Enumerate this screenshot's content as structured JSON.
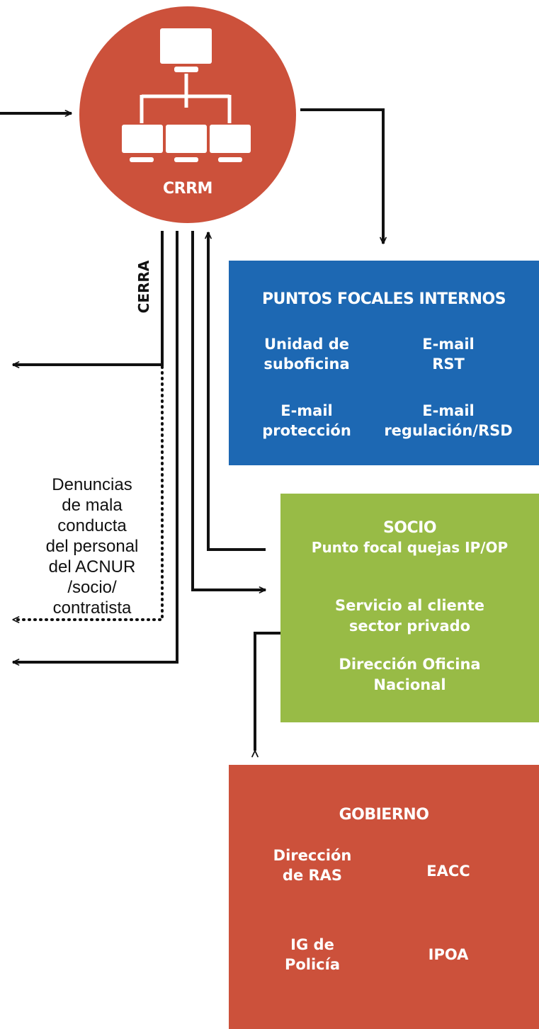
{
  "hub": {
    "label": "CRRM",
    "icon": "network-computers-icon",
    "color": "#cc513b"
  },
  "connector_label": "CERRA",
  "side_note": "Denuncias\nde mala\nconducta\ndel personal\ndel ACNUR\n/socio/\ncontratista",
  "puntos_focales": {
    "title": "PUNTOS FOCALES INTERNOS",
    "color": "#1d68b3",
    "items": [
      "Unidad de\nsuboficina",
      "E-mail\nRST",
      "E-mail\nprotección",
      "E-mail\nregulación/RSD"
    ]
  },
  "socio": {
    "title": "SOCIO",
    "color": "#98bb46",
    "items": [
      "Punto focal quejas IP/OP",
      "Servicio al cliente\nsector privado",
      "Dirección Oficina\nNacional"
    ]
  },
  "gobierno": {
    "title": "GOBIERNO",
    "color": "#cc513b",
    "items": [
      "Dirección\nde RAS",
      "EACC",
      "IG de\nPolicía",
      "IPOA"
    ]
  }
}
